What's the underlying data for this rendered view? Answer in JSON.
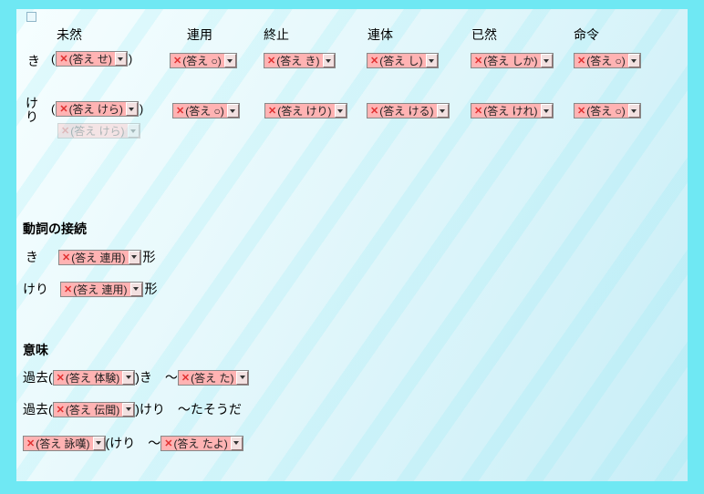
{
  "marks": {
    "wrong": "✕"
  },
  "table": {
    "headers": [
      "未然",
      "連用",
      "終止",
      "連体",
      "已然",
      "命令"
    ],
    "row_ki": {
      "label": "き",
      "open_paren": "(",
      "close_paren": ")",
      "answers": [
        "(答え せ)",
        "(答え ○)",
        "(答え き)",
        "(答え し)",
        "(答え しか)",
        "(答え ○)"
      ]
    },
    "row_keri": {
      "label": "けり",
      "open_paren": "(",
      "close_paren": ")",
      "answers": [
        "(答え けら)",
        "(答え ○)",
        "(答え けり)",
        "(答え ける)",
        "(答え けれ)",
        "(答え ○)"
      ],
      "ghost_answer": "(答え けら)"
    }
  },
  "setsuzoku": {
    "title": "動詞の接続",
    "rows": [
      {
        "label": "き",
        "answer": "(答え 連用)",
        "suffix": "形"
      },
      {
        "label": "けり",
        "answer": "(答え 連用)",
        "suffix": "形"
      }
    ]
  },
  "imi": {
    "title": "意味",
    "row1": {
      "pre": "過去(",
      "answer1": "(答え 体験)",
      "mid": ")き　〜",
      "answer2": "(答え た)"
    },
    "row2": {
      "pre": "過去(",
      "answer1": "(答え 伝聞)",
      "post": ")けり　〜たそうだ"
    },
    "row3": {
      "answer1": "(答え 詠嘆)",
      "mid": "(けり　〜",
      "answer2": "(答え たよ)"
    }
  }
}
